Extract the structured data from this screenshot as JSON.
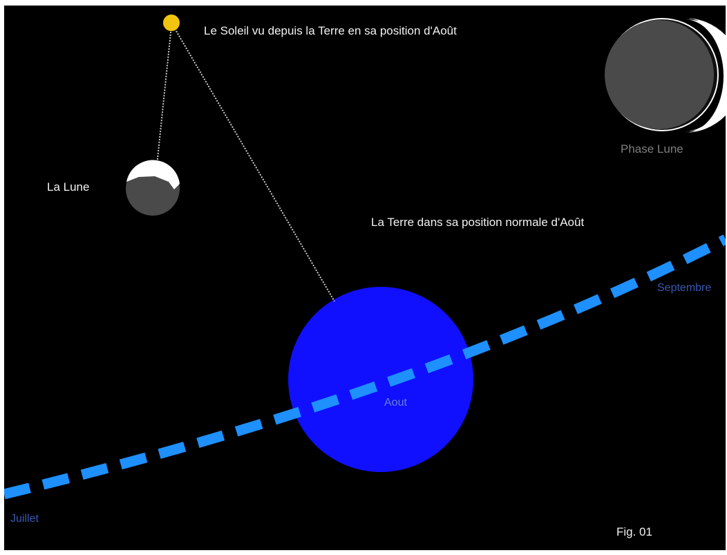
{
  "labels": {
    "sun": "Le Soleil vu depuis la Terre en sa position d'Août",
    "moon": "La Lune",
    "moon_phase": "Phase Lune",
    "earth": "La Terre dans sa position normale d'Août",
    "month_earth": "Aout",
    "month_start": "Juillet",
    "month_end": "Septembre",
    "figure": "Fig. 01"
  },
  "colors": {
    "background": "#000000",
    "sun": "#f1c40f",
    "earth": "#1010ff",
    "orbit": "#1e90ff",
    "moon_dark": "#4a4a4a",
    "moon_lit": "#ffffff",
    "sight_line": "#cfcfcf"
  }
}
